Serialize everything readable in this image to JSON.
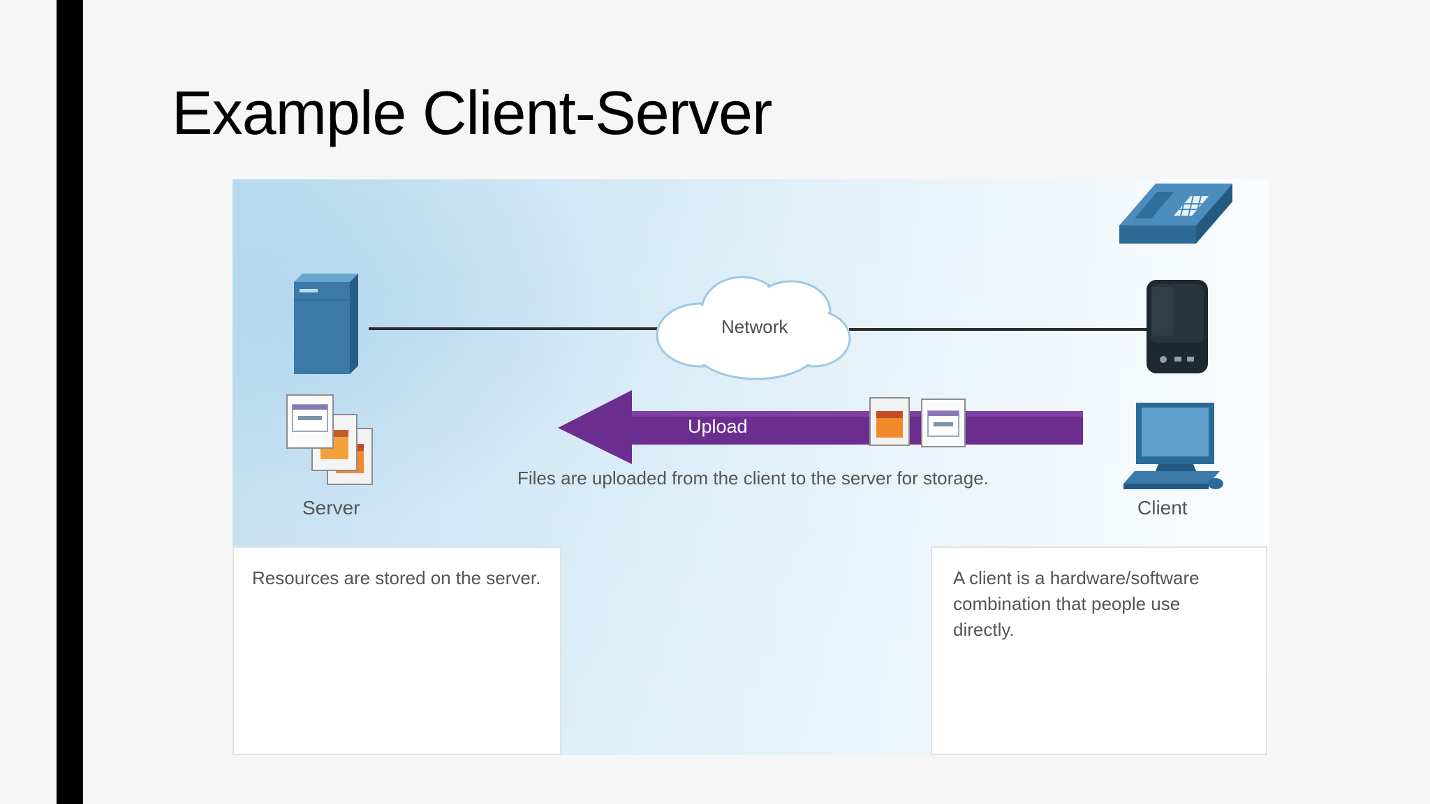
{
  "slide": {
    "title": "Example Client-Server"
  },
  "diagram": {
    "network_label": "Network",
    "upload_label": "Upload",
    "upload_caption": "Files are uploaded from the client to the server for storage.",
    "server_label": "Server",
    "client_label": "Client",
    "server_box_text": "Resources are stored on the server.",
    "client_box_text": "A client is a hardware/software combination that people use directly."
  },
  "colors": {
    "slide_background": "#f6f6f7",
    "left_bar": "#000000",
    "diagram_sky": "#cfe6f4",
    "device_blue": "#3b7aa8",
    "upload_arrow": "#6b2d8e",
    "connection_line": "#2b2b2b"
  },
  "icons": [
    "server-icon",
    "network-cloud-icon",
    "ip-phone-icon",
    "media-device-icon",
    "desktop-pc-icon",
    "document-stack-icon",
    "upload-arrow-icon"
  ]
}
